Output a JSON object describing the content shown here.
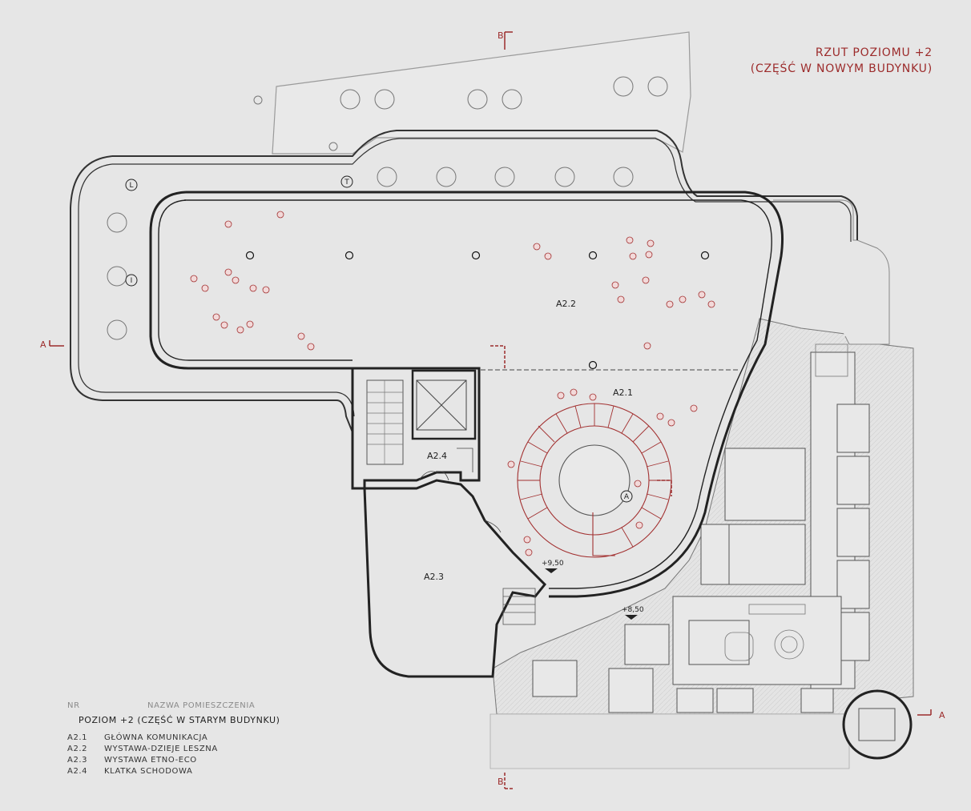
{
  "title": {
    "line1": "RZUT POZIOMU +2",
    "line2": "(CZĘŚĆ W NOWYM BUDYNKU)"
  },
  "legend": {
    "col_nr": "NR",
    "col_name": "NAZWA POMIESZCZENIA",
    "subtitle": "POZIOM +2 (CZĘŚĆ W STARYM BUDYNKU)",
    "rows": [
      {
        "code": "A2.1",
        "name": "GŁÓWNA KOMUNIKACJA"
      },
      {
        "code": "A2.2",
        "name": "WYSTAWA-DZIEJE LESZNA"
      },
      {
        "code": "A2.3",
        "name": "WYSTAWA ETNO-ECO"
      },
      {
        "code": "A2.4",
        "name": "KLATKA SCHODOWA"
      }
    ]
  },
  "rooms": {
    "a21": "A2.1",
    "a22": "A2.2",
    "a23": "A2.3",
    "a24": "A2.4"
  },
  "elevations": {
    "upper": "+9,50",
    "lower": "+8,50"
  },
  "section_marks": {
    "a_left": "A",
    "a_right": "A",
    "b_top": "B",
    "b_bottom": "B"
  },
  "column_tags": {
    "l": "L",
    "t": "T",
    "i": "I",
    "a": "A"
  },
  "colors": {
    "accent": "#9c2b2b",
    "background": "#e6e6e6",
    "wall": "#222222",
    "hatch": "#d2d2d2"
  }
}
